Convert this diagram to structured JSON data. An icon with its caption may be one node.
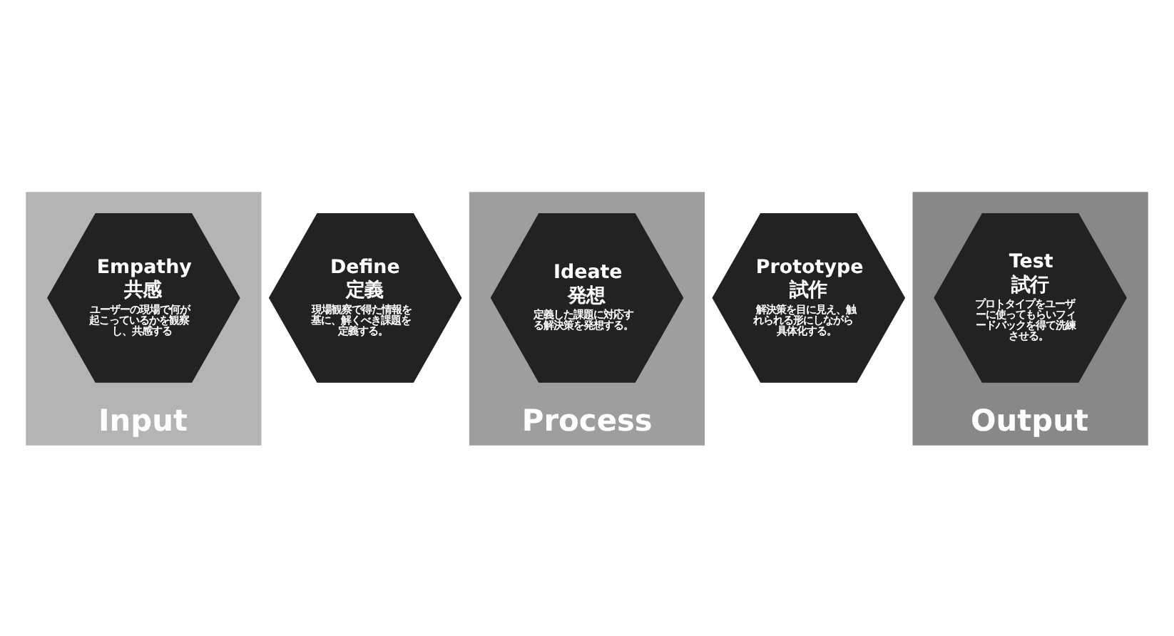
{
  "diagram": {
    "nodes": [
      {
        "text": [
          "Input"
        ]
      },
      {
        "text": [
          "Empathy",
          "共感",
          "ユーザーの現場で何が起こっているかを観察し、共感する"
        ],
        "in": 0
      },
      {
        "text": [
          "Define",
          "定義",
          "現場観察で得た情報を基に、解くべき課題を定義する。"
        ]
      },
      {
        "text": [
          "Process"
        ]
      },
      {
        "text": [
          "Ideate",
          "発想",
          "定義した課題に対応する解決策を発想する。"
        ],
        "in": 3
      },
      {
        "text": [
          "Prototype",
          "試作",
          "解決策を目に見え、触れられる形にしながら具体化する。"
        ]
      },
      {
        "text": [
          "Output"
        ]
      },
      {
        "text": [
          "Test",
          "試行",
          "プロトタイプをユーザーに使ってもらいフィードバックを得て洗練させる。"
        ],
        "in": 6
      }
    ]
  }
}
